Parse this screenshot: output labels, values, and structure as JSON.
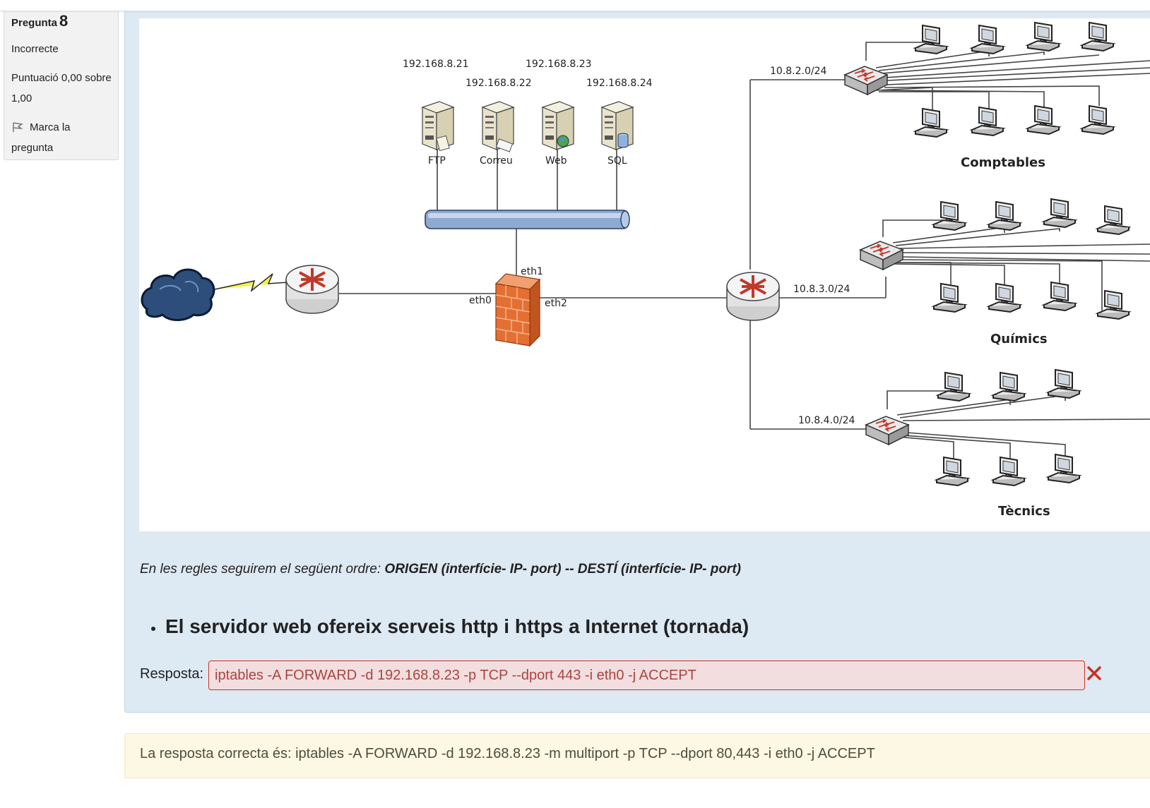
{
  "question_info": {
    "label": "Pregunta",
    "number": "8",
    "state": "Incorrecte",
    "grade": "Puntuació 0,00 sobre 1,00",
    "flag_label": "Marca la pregunta"
  },
  "diagram": {
    "servers": [
      {
        "ip": "192.168.8.21",
        "name": "FTP"
      },
      {
        "ip": "192.168.8.22",
        "name": "Correu"
      },
      {
        "ip": "192.168.8.23",
        "name": "Web"
      },
      {
        "ip": "192.168.8.24",
        "name": "SQL"
      }
    ],
    "interfaces": {
      "eth0": "eth0",
      "eth1": "eth1",
      "eth2": "eth2"
    },
    "subnets": [
      {
        "network": "10.8.2.0/24",
        "group": "Comptables"
      },
      {
        "network": "10.8.3.0/24",
        "group": "Químics"
      },
      {
        "network": "10.8.4.0/24",
        "group": "Tècnics"
      }
    ]
  },
  "instructions": {
    "prefix": "En les regles seguirem el següent ordre: ",
    "order": "ORIGEN (interfície- IP- port) -- DESTÍ (interfície- IP- port)"
  },
  "task": "El servidor web ofereix serveis http i https a Internet (tornada)",
  "answer": {
    "label": "Resposta:",
    "value": "iptables -A FORWARD -d 192.168.8.23 -p TCP --dport 443 -i eth0 -j ACCEPT"
  },
  "feedback": "La resposta correcta és: iptables -A FORWARD -d 192.168.8.23 -m multiport -p TCP --dport 80,443 -i eth0 -j ACCEPT",
  "colors": {
    "formulation_bg": "#dde9f3",
    "incorrect_bg": "#f2dede",
    "incorrect_text": "#a94442",
    "feedback_bg": "#fcf8e3"
  }
}
